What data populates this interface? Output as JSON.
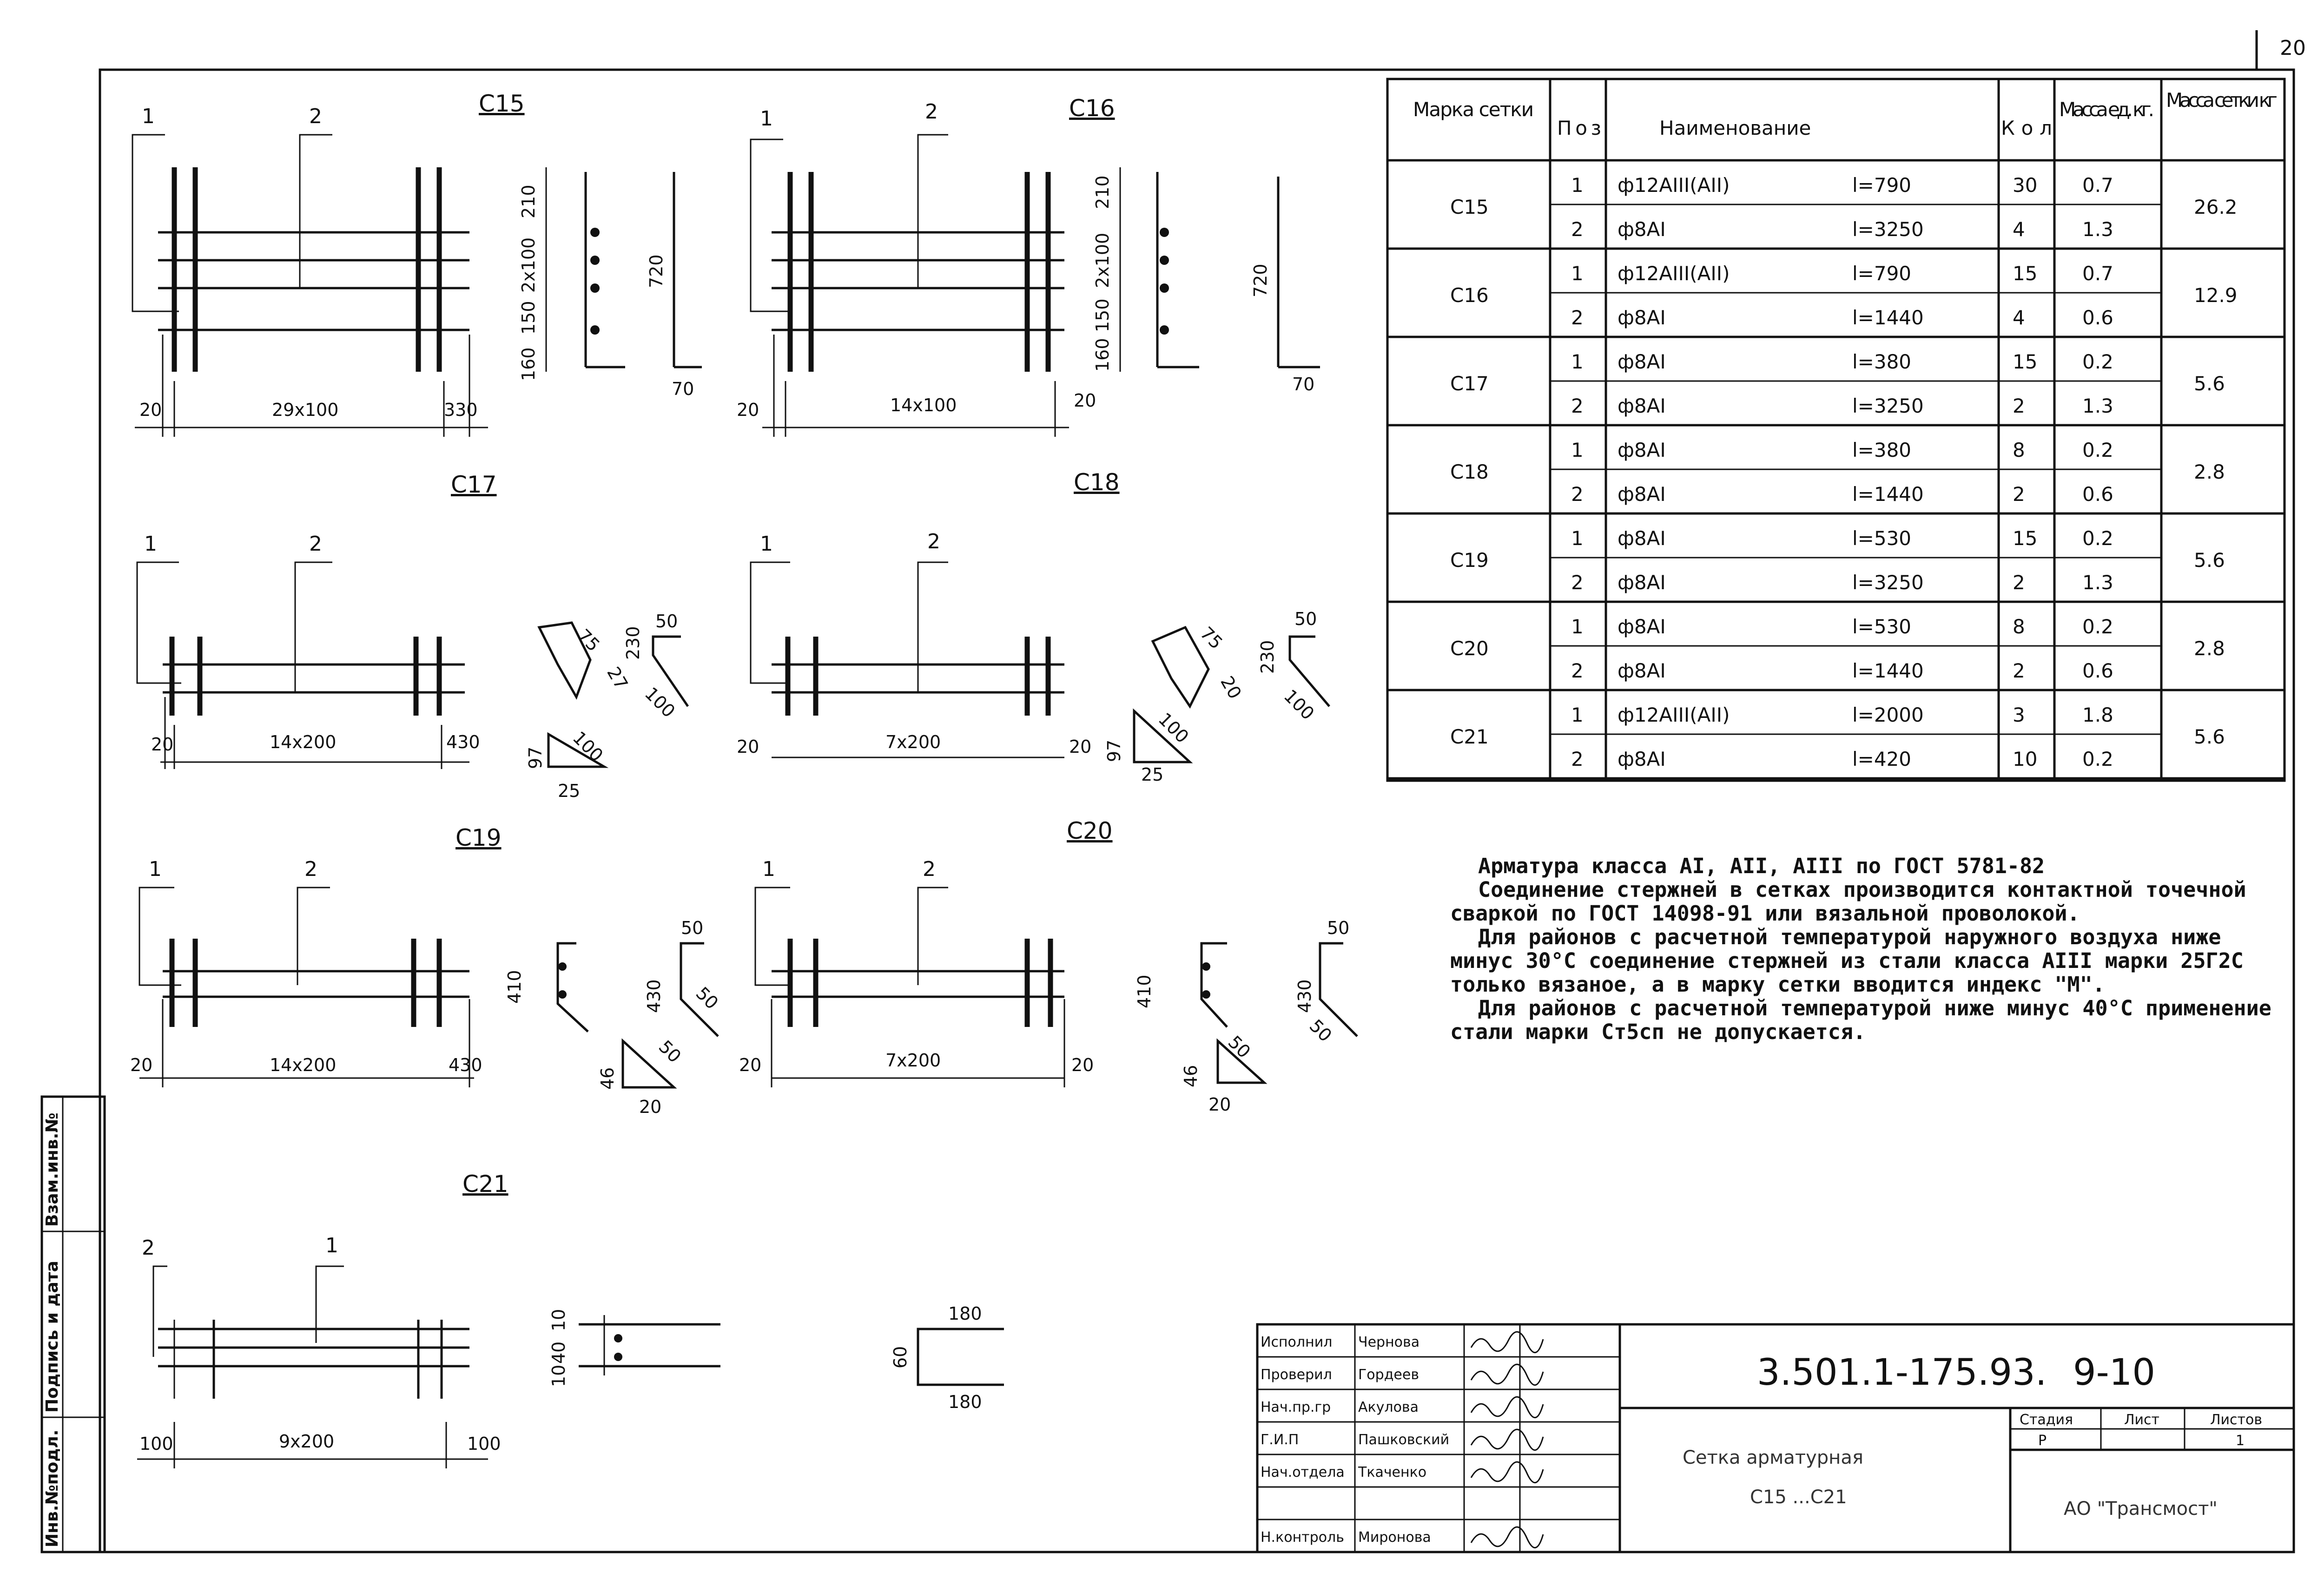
{
  "sheet_number": "20",
  "drawings": [
    {
      "mark": "С15",
      "labels": [
        "1",
        "2"
      ],
      "dims": [
        "20",
        "29х100",
        "330"
      ],
      "side_dims": [
        "160",
        "150",
        "2х100",
        "210"
      ],
      "bend": [
        "720",
        "70"
      ]
    },
    {
      "mark": "С16",
      "labels": [
        "1",
        "2"
      ],
      "dims": [
        "20",
        "14х100",
        "20"
      ],
      "side_dims": [
        "160",
        "150",
        "2х100",
        "210"
      ],
      "bend": [
        "720",
        "70"
      ]
    },
    {
      "mark": "С17",
      "labels": [
        "1",
        "2"
      ],
      "dims": [
        "20",
        "14х200",
        "430"
      ],
      "side_dims": [
        "75",
        "27",
        "230",
        "50",
        "100"
      ],
      "tri": [
        "97",
        "100",
        "25"
      ]
    },
    {
      "mark": "С18",
      "labels": [
        "1",
        "2"
      ],
      "dims": [
        "20",
        "7х200",
        "20"
      ],
      "side_dims": [
        "75",
        "20",
        "230",
        "50",
        "100"
      ],
      "tri": [
        "97",
        "100",
        "25"
      ]
    },
    {
      "mark": "С19",
      "labels": [
        "1",
        "2"
      ],
      "dims": [
        "20",
        "14х200",
        "430"
      ],
      "side_dims": [
        "410",
        "430",
        "50",
        "50"
      ],
      "tri": [
        "46",
        "50",
        "20"
      ]
    },
    {
      "mark": "С20",
      "labels": [
        "1",
        "2"
      ],
      "dims": [
        "20",
        "7х200",
        "20"
      ],
      "side_dims": [
        "410",
        "430",
        "50",
        "50"
      ],
      "tri": [
        "46",
        "50",
        "20"
      ]
    },
    {
      "mark": "С21",
      "labels": [
        "2",
        "1"
      ],
      "dims": [
        "100",
        "9х200",
        "100"
      ],
      "side_dims": [
        "10",
        "40",
        "10"
      ],
      "bend": [
        "180",
        "60",
        "180"
      ]
    }
  ],
  "table": {
    "headers": {
      "mark": "Марка сетки",
      "pos": "Поз",
      "name": "Наименование",
      "qty": "Кол",
      "unit_mass": "Масса ед. кг.",
      "mesh_mass": "Масса сетки кг"
    },
    "groups": [
      {
        "mark": "С15",
        "mass": "26.2",
        "rows": [
          {
            "pos": "1",
            "name": "ф12АIII(АII)",
            "len": "l=790",
            "qty": "30",
            "unit": "0.7"
          },
          {
            "pos": "2",
            "name": "ф8АI",
            "len": "l=3250",
            "qty": "4",
            "unit": "1.3"
          }
        ]
      },
      {
        "mark": "С16",
        "mass": "12.9",
        "rows": [
          {
            "pos": "1",
            "name": "ф12АIII(АII)",
            "len": "l=790",
            "qty": "15",
            "unit": "0.7"
          },
          {
            "pos": "2",
            "name": "ф8АI",
            "len": "l=1440",
            "qty": "4",
            "unit": "0.6"
          }
        ]
      },
      {
        "mark": "С17",
        "mass": "5.6",
        "rows": [
          {
            "pos": "1",
            "name": "ф8АI",
            "len": "l=380",
            "qty": "15",
            "unit": "0.2"
          },
          {
            "pos": "2",
            "name": "ф8АI",
            "len": "l=3250",
            "qty": "2",
            "unit": "1.3"
          }
        ]
      },
      {
        "mark": "С18",
        "mass": "2.8",
        "rows": [
          {
            "pos": "1",
            "name": "ф8АI",
            "len": "l=380",
            "qty": "8",
            "unit": "0.2"
          },
          {
            "pos": "2",
            "name": "ф8АI",
            "len": "l=1440",
            "qty": "2",
            "unit": "0.6"
          }
        ]
      },
      {
        "mark": "С19",
        "mass": "5.6",
        "rows": [
          {
            "pos": "1",
            "name": "ф8АI",
            "len": "l=530",
            "qty": "15",
            "unit": "0.2"
          },
          {
            "pos": "2",
            "name": "ф8АI",
            "len": "l=3250",
            "qty": "2",
            "unit": "1.3"
          }
        ]
      },
      {
        "mark": "С20",
        "mass": "2.8",
        "rows": [
          {
            "pos": "1",
            "name": "ф8АI",
            "len": "l=530",
            "qty": "8",
            "unit": "0.2"
          },
          {
            "pos": "2",
            "name": "ф8АI",
            "len": "l=1440",
            "qty": "2",
            "unit": "0.6"
          }
        ]
      },
      {
        "mark": "С21",
        "mass": "5.6",
        "rows": [
          {
            "pos": "1",
            "name": "ф12АIII(АII)",
            "len": "l=2000",
            "qty": "3",
            "unit": "1.8"
          },
          {
            "pos": "2",
            "name": "ф8АI",
            "len": "l=420",
            "qty": "10",
            "unit": "0.2"
          }
        ]
      }
    ]
  },
  "notes": [
    "Арматура класса АI, АII, АIII по ГОСТ 5781-82",
    "Соединение стержней в сетках производится контактной точечной сваркой по ГОСТ 14098-91 или вязальной проволокой.",
    "Для районов с расчетной температурой наружного воздуха ниже минус 30°С соединение стержней из стали класса АIII марки 25Г2С только вязаное, а в марку сетки вводится индекс \"М\".",
    "Для районов с расчетной температурой ниже минус 40°С применение стали марки Ст5сп не допускается."
  ],
  "stamp": {
    "roles": [
      "Исполнил",
      "Проверил",
      "Нач.пр.гр",
      "Г.И.П",
      "Нач.отдела",
      "",
      "Н.контроль"
    ],
    "names": [
      "Чернова",
      "Гордеев",
      "Акулова",
      "Пашковский",
      "Ткаченко",
      "",
      "Миронова"
    ],
    "doc_code": "3.501.1-175.93.",
    "doc_pages": "9-10",
    "title_line1": "Сетка арматурная",
    "title_line2": "С15 ...С21",
    "stage_label": "Стадия",
    "sheet_label": "Лист",
    "sheets_label": "Листов",
    "stage": "Р",
    "sheets": "1",
    "org": "АО \"Трансмост\""
  },
  "side_strip": [
    "Инв.№подл.",
    "Подпись и дата",
    "Взам.инв.№"
  ]
}
